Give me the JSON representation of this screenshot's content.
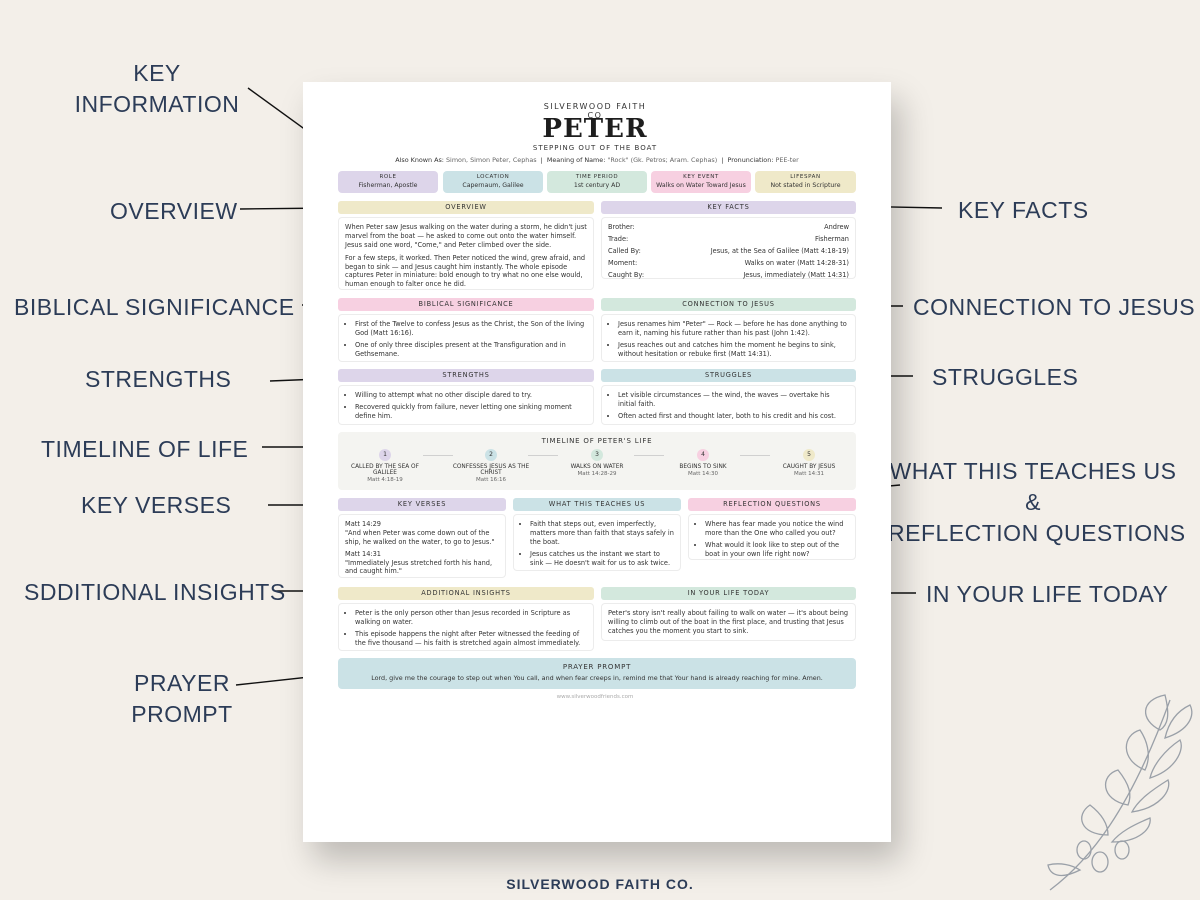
{
  "callouts": {
    "key_information": [
      "KEY",
      "INFORMATION"
    ],
    "overview": "OVERVIEW",
    "biblical_significance": "BIBLICAL SIGNIFICANCE",
    "strengths": "STRENGTHS",
    "timeline": "TIMELINE OF LIFE",
    "key_verses": "KEY VERSES",
    "additional_insights": "SDDITIONAL INSIGHTS",
    "prayer_prompt": [
      "PRAYER",
      "PROMPT"
    ],
    "key_facts": "KEY FACTS",
    "connection": "CONNECTION TO JESUS",
    "struggles": "STRUGGLES",
    "teaches": [
      "WHAT THIS TEACHES US",
      "&",
      "REFLECTION QUESTIONS"
    ],
    "life_today": "IN YOUR LIFE TODAY"
  },
  "sheet": {
    "brand": "SILVERWOOD FAITH CO",
    "name": "PETER",
    "subtitle": "STEPPING OUT OF THE BOAT",
    "aka": {
      "l1": "Also Known As:",
      "v1": "Simon, Simon Peter, Cephas",
      "l2": "Meaning of Name:",
      "v2": "\"Rock\" (Gk. Petros; Aram. Cephas)",
      "l3": "Pronunciation:",
      "v3": "PEE-ter"
    },
    "chips": [
      {
        "k": "ROLE",
        "v": "Fisherman, Apostle"
      },
      {
        "k": "LOCATION",
        "v": "Capernaum, Galilee"
      },
      {
        "k": "TIME PERIOD",
        "v": "1st century AD"
      },
      {
        "k": "KEY EVENT",
        "v": "Walks on Water Toward Jesus"
      },
      {
        "k": "LIFESPAN",
        "v": "Not stated in Scripture"
      }
    ],
    "overview": {
      "title": "OVERVIEW",
      "p1": "When Peter saw Jesus walking on the water during a storm, he didn't just marvel from the boat — he asked to come out onto the water himself. Jesus said one word, \"Come,\" and Peter climbed over the side.",
      "p2": "For a few steps, it worked. Then Peter noticed the wind, grew afraid, and began to sink — and Jesus caught him instantly. The whole episode captures Peter in miniature: bold enough to try what no one else would, human enough to falter once he did."
    },
    "key_facts": {
      "title": "KEY FACTS",
      "rows": [
        {
          "k": "Brother:",
          "v": "Andrew"
        },
        {
          "k": "Trade:",
          "v": "Fisherman"
        },
        {
          "k": "Called By:",
          "v": "Jesus, at the Sea of Galilee (Matt 4:18-19)"
        },
        {
          "k": "Moment:",
          "v": "Walks on water (Matt 14:28-31)"
        },
        {
          "k": "Caught By:",
          "v": "Jesus, immediately (Matt 14:31)"
        }
      ]
    },
    "significance": {
      "title": "BIBLICAL SIGNIFICANCE",
      "items": [
        "First of the Twelve to confess Jesus as the Christ, the Son of the living God (Matt 16:16).",
        "One of only three disciples present at the Transfiguration and in Gethsemane."
      ]
    },
    "connection": {
      "title": "CONNECTION TO JESUS",
      "items": [
        "Jesus renames him \"Peter\" — Rock — before he has done anything to earn it, naming his future rather than his past (John 1:42).",
        "Jesus reaches out and catches him the moment he begins to sink, without hesitation or rebuke first (Matt 14:31)."
      ]
    },
    "strengths": {
      "title": "STRENGTHS",
      "items": [
        "Willing to attempt what no other disciple dared to try.",
        "Recovered quickly from failure, never letting one sinking moment define him."
      ]
    },
    "struggles": {
      "title": "STRUGGLES",
      "items": [
        "Let visible circumstances — the wind, the waves — overtake his initial faith.",
        "Often acted first and thought later, both to his credit and his cost."
      ]
    },
    "timeline": {
      "title": "TIMELINE OF PETER'S LIFE",
      "steps": [
        {
          "n": "1",
          "label": "CALLED BY THE SEA OF GALILEE",
          "ref": "Matt 4:18-19"
        },
        {
          "n": "2",
          "label": "CONFESSES JESUS AS THE CHRIST",
          "ref": "Matt 16:16"
        },
        {
          "n": "3",
          "label": "WALKS ON WATER",
          "ref": "Matt 14:28-29"
        },
        {
          "n": "4",
          "label": "BEGINS TO SINK",
          "ref": "Matt 14:30"
        },
        {
          "n": "5",
          "label": "CAUGHT BY JESUS",
          "ref": "Matt 14:31"
        }
      ]
    },
    "verses": {
      "title": "KEY VERSES",
      "v1_ref": "Matt 14:29",
      "v1": "\"And when Peter was come down out of the ship, he walked on the water, to go to Jesus.\"",
      "v2_ref": "Matt 14:31",
      "v2": "\"Immediately Jesus stretched forth his hand, and caught him.\""
    },
    "teaches": {
      "title": "WHAT THIS TEACHES US",
      "items": [
        "Faith that steps out, even imperfectly, matters more than faith that stays safely in the boat.",
        "Jesus catches us the instant we start to sink — He doesn't wait for us to ask twice."
      ]
    },
    "reflection": {
      "title": "REFLECTION QUESTIONS",
      "items": [
        "Where has fear made you notice the wind more than the One who called you out?",
        "What would it look like to step out of the boat in your own life right now?"
      ]
    },
    "insights": {
      "title": "ADDITIONAL INSIGHTS",
      "items": [
        "Peter is the only person other than Jesus recorded in Scripture as walking on water.",
        "This episode happens the night after Peter witnessed the feeding of the five thousand — his faith is stretched again almost immediately."
      ]
    },
    "life_today": {
      "title": "IN YOUR LIFE TODAY",
      "text": "Peter's story isn't really about failing to walk on water — it's about being willing to climb out of the boat in the first place, and trusting that Jesus catches you the moment you start to sink."
    },
    "prayer": {
      "title": "PRAYER PROMPT",
      "text": "Lord, give me the courage to step out when You call, and when fear creeps in, remind me that Your hand is already reaching for mine. Amen."
    },
    "site": "www.silverwoodfriends.com"
  },
  "footer": "SILVERWOOD FAITH CO.",
  "colors": {
    "background": "#f3efe9",
    "callout_text": "#2c3c57",
    "lavender": "#ddd5ea",
    "yellow": "#efe9c9",
    "pink": "#f7d0e1",
    "mint": "#d3e8dd",
    "blue": "#cbe2e6"
  }
}
